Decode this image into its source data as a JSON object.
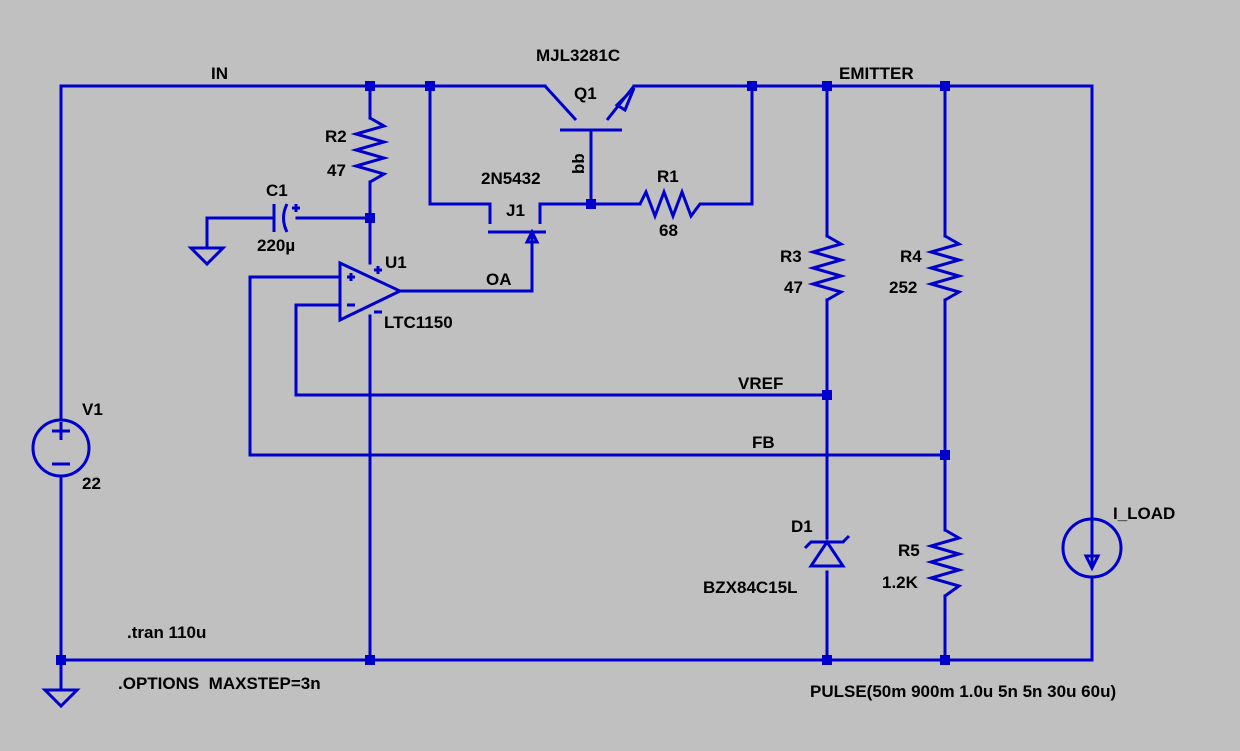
{
  "colors": {
    "background": "#c0c0c0",
    "wire": "#0000cc",
    "text": "#000000"
  },
  "nets": {
    "in": "IN",
    "emitter": "EMITTER",
    "oa": "OA",
    "vref": "VREF",
    "fb": "FB",
    "bb": "bb"
  },
  "components": {
    "q1": {
      "ref": "Q1",
      "value": "MJL3281C"
    },
    "j1": {
      "ref": "J1",
      "value": "2N5432"
    },
    "r1": {
      "ref": "R1",
      "value": "68"
    },
    "r2": {
      "ref": "R2",
      "value": "47"
    },
    "r3": {
      "ref": "R3",
      "value": "47"
    },
    "r4": {
      "ref": "R4",
      "value": "252"
    },
    "r5": {
      "ref": "R5",
      "value": "1.2K"
    },
    "c1": {
      "ref": "C1",
      "value": "220µ"
    },
    "u1": {
      "ref": "U1",
      "value": "LTC1150",
      "plus": "+",
      "minus": "-"
    },
    "d1": {
      "ref": "D1",
      "value": "BZX84C15L"
    },
    "v1": {
      "ref": "V1",
      "value": "22"
    },
    "i_load": {
      "ref": "I_LOAD",
      "value": "PULSE(50m 900m 1.0u 5n 5n 30u 60u)"
    }
  },
  "directives": {
    "tran": ".tran 110u",
    "options": ".OPTIONS  MAXSTEP=3n"
  }
}
